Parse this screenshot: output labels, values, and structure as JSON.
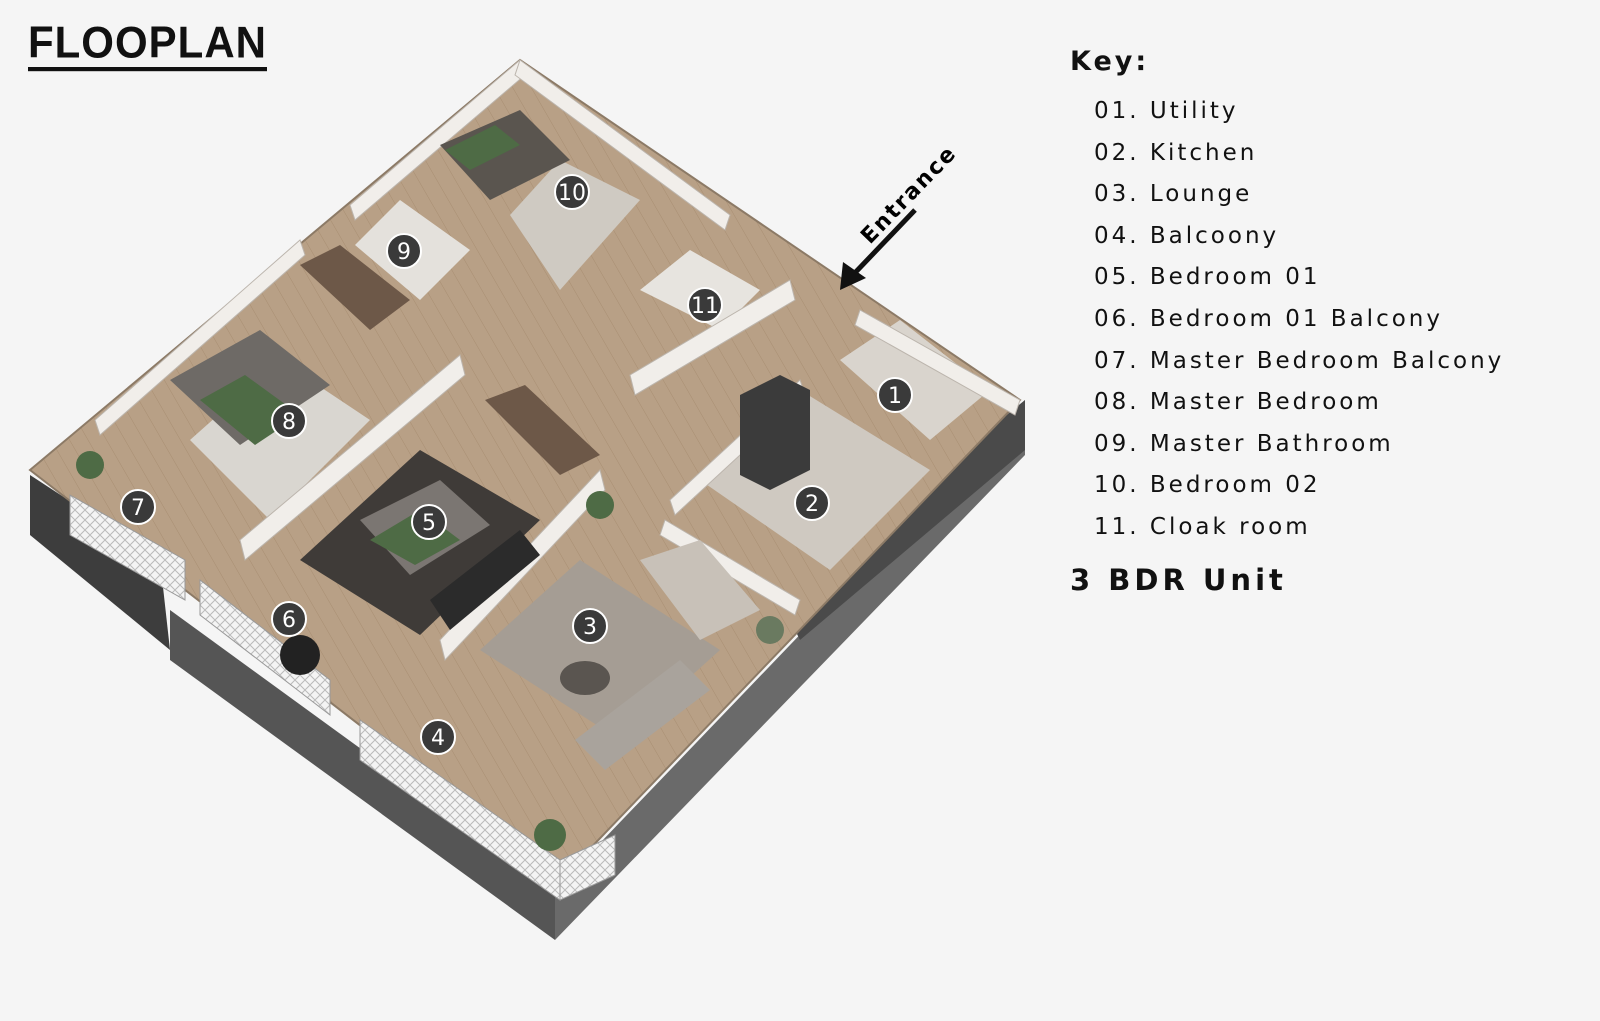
{
  "title": "FLOOPLAN",
  "entrance_label": "Entrance",
  "key": {
    "heading": "Key:",
    "items": [
      "01. Utility",
      "02. Kitchen",
      "03. Lounge",
      "04. Balcoony",
      "05. Bedroom 01",
      "06. Bedroom 01 Balcony",
      "07. Master Bedroom Balcony",
      "08. Master Bedroom",
      "09. Master Bathroom",
      "10. Bedroom 02",
      "11. Cloak room"
    ]
  },
  "unit_label": "3 BDR Unit",
  "room_markers": [
    "1",
    "2",
    "3",
    "4",
    "5",
    "6",
    "7",
    "8",
    "9",
    "10",
    "11"
  ],
  "colors": {
    "background": "#f5f5f5",
    "floor_wood": "#b79c7e",
    "floor_tile": "#cfc9c1",
    "wall": "#f1eeea",
    "wall_side": "#3f3f3f",
    "marker_fill": "#3a3a3a",
    "accent_green": "#4e6b45"
  }
}
